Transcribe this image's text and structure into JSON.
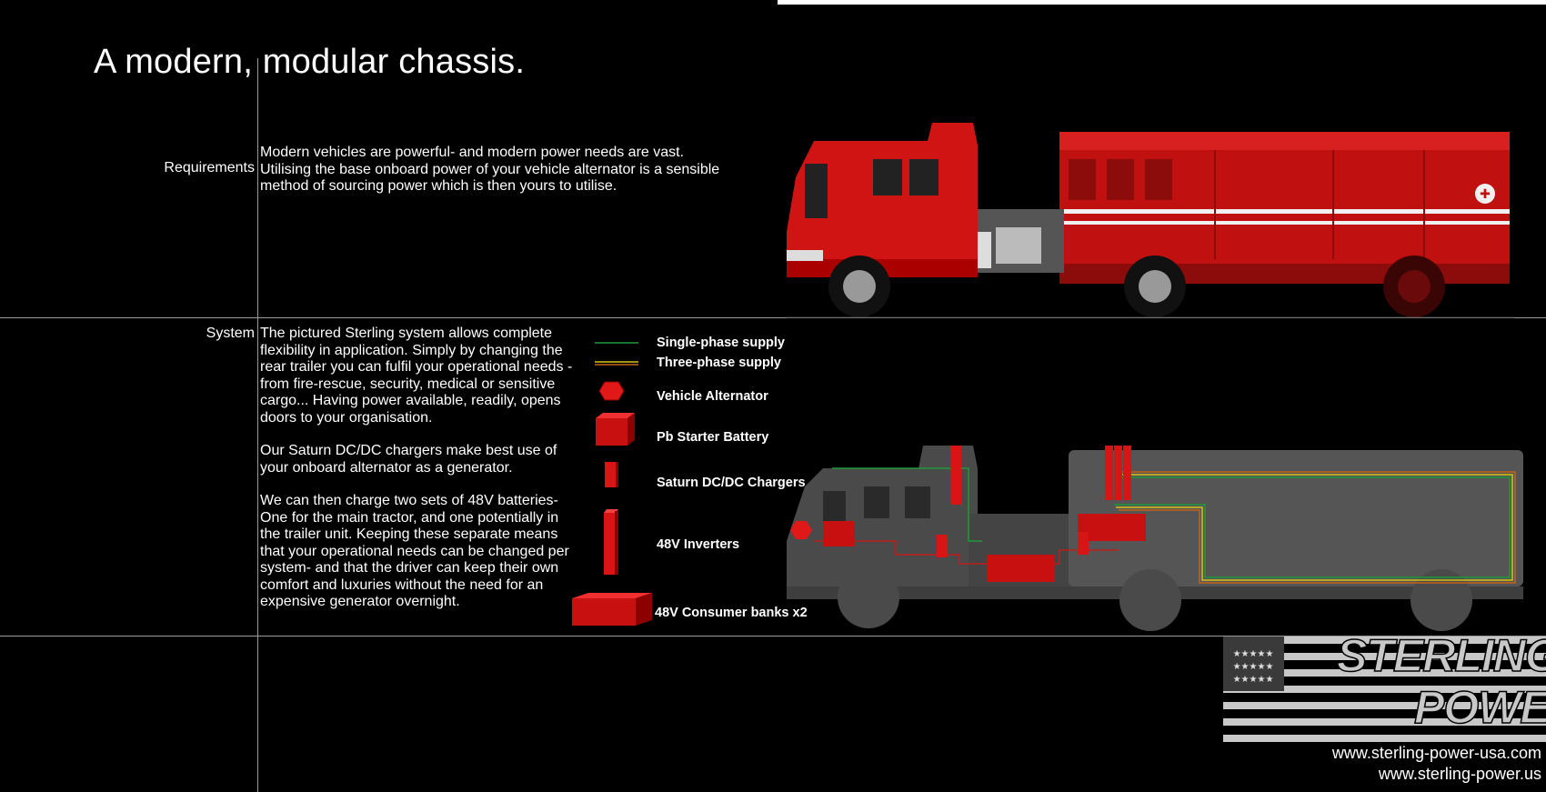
{
  "title": "A modern, modular chassis.",
  "requirements": {
    "label": "Requirements",
    "text": "Modern vehicles are powerful- and modern power needs are vast. Utilising the base onboard power of your vehicle alternator is a sensible method of sourcing power which is then yours to utilise."
  },
  "system": {
    "label": "System",
    "paragraph1": "The pictured Sterling system allows complete flexibility in application. Simply by changing the rear trailer you can fulfil your operational needs - from fire-rescue, security, medical or sensitive cargo... Having power available, readily, opens doors to your organisation.",
    "paragraph2": "Our Saturn DC/DC chargers make best use of your onboard alternator as a generator.",
    "paragraph3": "We can then charge two sets of 48V batteries- One for the main tractor, and one potentially in the trailer unit. Keeping these separate means that your operational needs can be changed per system- and that the driver can keep their own comfort and luxuries without the need for an expensive generator overnight."
  },
  "legend": {
    "single_phase": "Single-phase supply",
    "three_phase": "Three-phase supply",
    "alternator": "Vehicle Alternator",
    "starter_battery": "Pb Starter Battery",
    "chargers": "Saturn DC/DC Chargers",
    "inverters": "48V Inverters",
    "consumer_banks": "48V Consumer banks x2"
  },
  "brand": {
    "name_line1": "STERLING",
    "name_line2": "POWER",
    "url1": "www.sterling-power-usa.com",
    "url2": "www.sterling-power.us"
  },
  "colors": {
    "background": "#000000",
    "accent_red": "#d81414",
    "single_phase": "#1e9a3a",
    "three_phase": "#d8c21a",
    "chassis_grey": "#555555",
    "rule_grey": "#9a9a9a"
  }
}
